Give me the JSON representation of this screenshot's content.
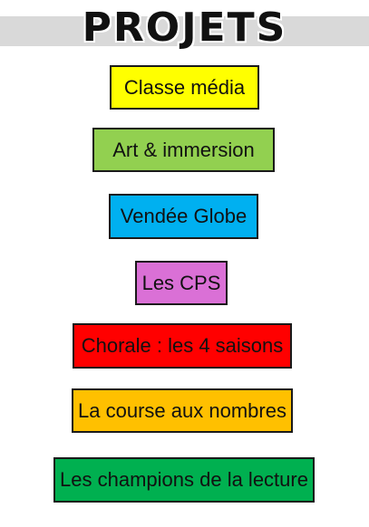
{
  "title": "PROJETS",
  "projects": [
    {
      "label": "Classe média",
      "color": "#ffff00"
    },
    {
      "label": "Art & immersion",
      "color": "#92d050"
    },
    {
      "label": "Vendée Globe",
      "color": "#00b0f0"
    },
    {
      "label": "Les CPS",
      "color": "#da70d6"
    },
    {
      "label": "Chorale : les 4 saisons",
      "color": "#ff0000"
    },
    {
      "label": "La course aux nombres",
      "color": "#ffc000"
    },
    {
      "label": "Les champions de la lecture",
      "color": "#00b050"
    }
  ]
}
